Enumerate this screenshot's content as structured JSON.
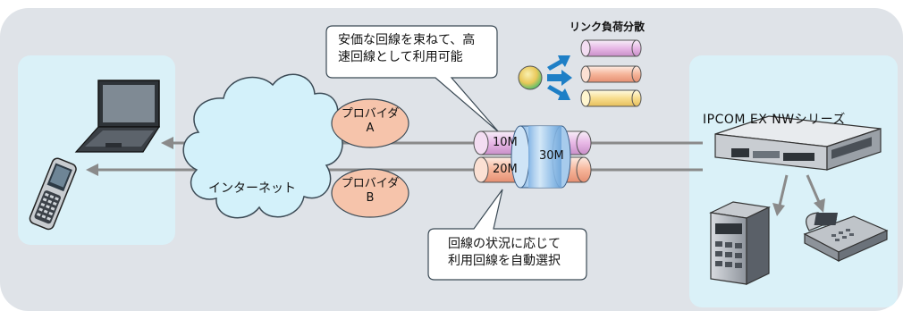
{
  "callout_top": {
    "line1": "安価な回線を束ねて、高",
    "line2": "速回線として利用可能"
  },
  "callout_bottom": {
    "line1": "回線の状況に応じて",
    "line2": "利用回線を自動選択"
  },
  "load_balance_label": "リンク負荷分散",
  "product_label": "IPCOM EX NWシリーズ",
  "internet_label": "インターネット",
  "provider_a": {
    "line1": "プロバイダ",
    "line2": "A"
  },
  "provider_b": {
    "line1": "プロバイダ",
    "line2": "B"
  },
  "line_10m": "10M",
  "line_20m": "20M",
  "line_30m": "30M",
  "colors": {
    "background_panel": "#dfe3e8",
    "device_panel": "#daf1f8",
    "provider_fill": "#f6c4ab",
    "arrow_gray": "#8a8a8a",
    "arrow_blue": "#1e7fc6"
  }
}
